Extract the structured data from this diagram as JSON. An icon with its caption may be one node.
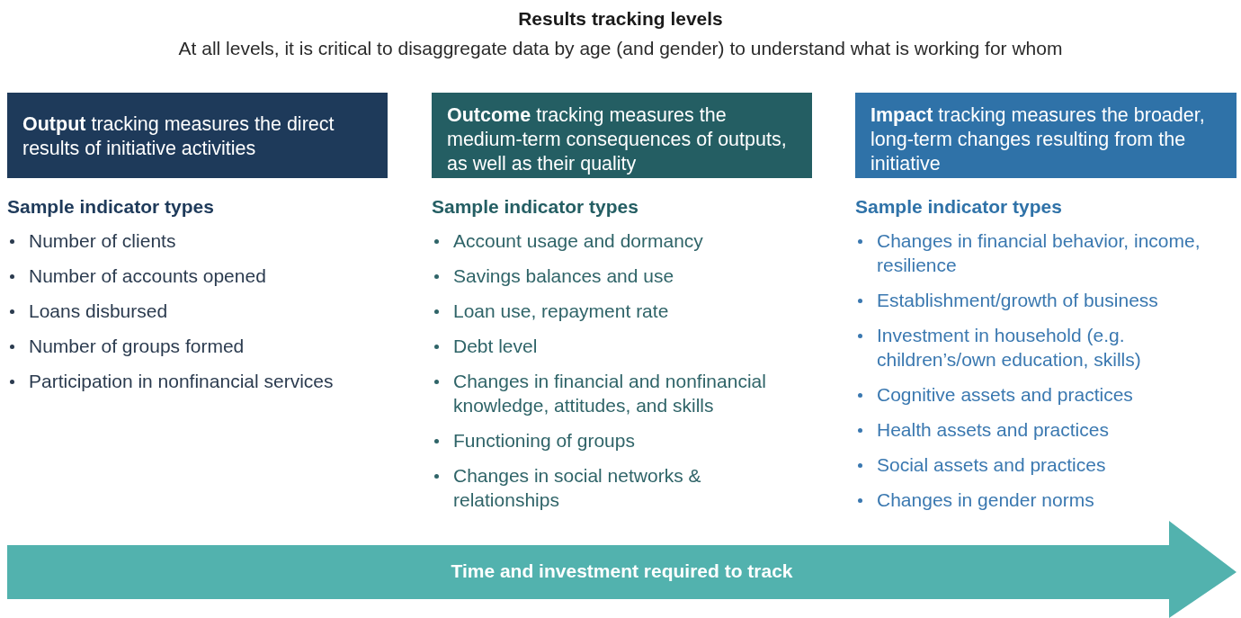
{
  "diagram": {
    "title": "Results tracking levels",
    "nodes": [
      {
        "text": [
          "**Output** tracking measures the direct results of initiative activities"
        ]
      },
      {
        "text": [
          "**Outcome** tracking measures the medium-term consequences of outputs, as well as their quality"
        ]
      },
      {
        "text": [
          "**Impact** tracking measures the broader, long-term changes resulting from the initiative"
        ]
      },
      {
        "text": [
          "Time and investment required to track"
        ]
      }
    ],
    "edges": [],
    "labels": [
      "At all levels, it is critical to disaggregate data by age (and gender) to understand what is working for whom",
      "Sample indicator types",
      "Number of clients",
      "Number of accounts opened",
      "Loans disbursed",
      "Number of groups formed",
      "Participation in nonfinancial services",
      "Sample indicator types",
      "Account usage and dormancy",
      "Savings balances and use",
      "Loan use, repayment rate",
      "Debt level",
      "Changes in financial and nonfinancial knowledge, attitudes, and skills",
      "Functioning of groups",
      "Changes in social networks & relationships",
      "Sample indicator types",
      "Changes in financial behavior, income, resilience",
      "Establishment/growth of business",
      "Investment in household (e.g. children’s/own education, skills)",
      "Cognitive assets and practices",
      "Health assets and practices",
      "Social assets and practices",
      "Changes in gender norms"
    ]
  }
}
